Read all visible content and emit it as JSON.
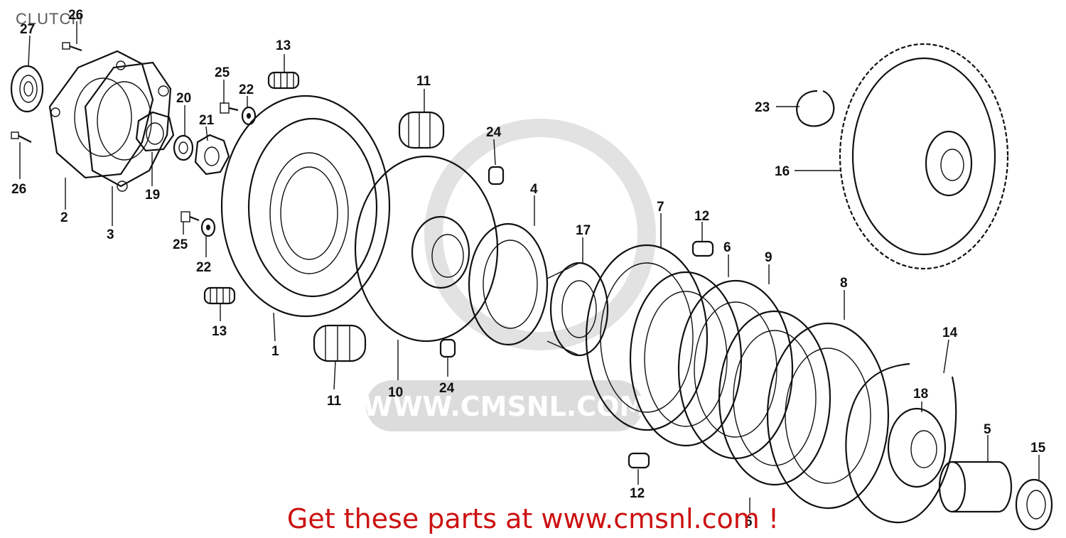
{
  "title": "CLUTCH",
  "watermark": "WWW.CMSNL.COM",
  "footer_text": "Get these parts at www.cmsnl.com !",
  "colors": {
    "footer": "#cc1111",
    "ink": "#111111",
    "watermark": "#dcdcdc"
  },
  "callouts": {
    "c1": "1",
    "c2": "2",
    "c3": "3",
    "c4": "4",
    "c5": "5",
    "c6a": "6",
    "c6b": "6",
    "c7": "7",
    "c8": "8",
    "c9": "9",
    "c10": "10",
    "c11a": "11",
    "c11b": "11",
    "c12a": "12",
    "c12b": "12",
    "c13a": "13",
    "c13b": "13",
    "c14": "14",
    "c15": "15",
    "c16": "16",
    "c17": "17",
    "c18": "18",
    "c19": "19",
    "c20": "20",
    "c21": "21",
    "c22a": "22",
    "c22b": "22",
    "c23": "23",
    "c24a": "24",
    "c24b": "24",
    "c25a": "25",
    "c25b": "25",
    "c26a": "26",
    "c26b": "26",
    "c27": "27"
  }
}
